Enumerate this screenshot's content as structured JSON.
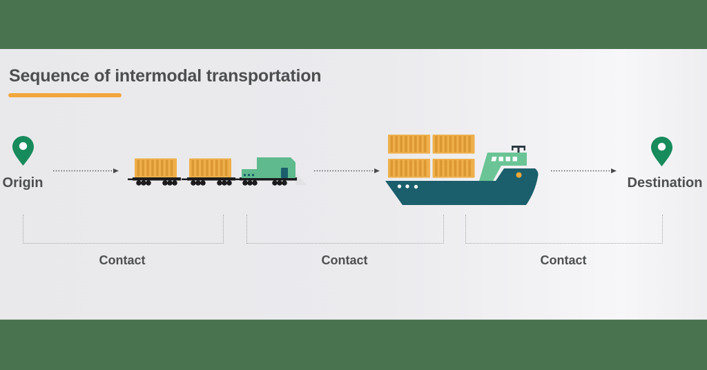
{
  "title": "Sequence of intermodal transportation",
  "flow": {
    "origin": {
      "label": "Origin",
      "icon": "origin-pin-icon"
    },
    "leg1": {
      "icon": "freight-train-icon"
    },
    "leg2": {
      "icon": "container-ship-icon"
    },
    "destination": {
      "label": "Destination",
      "icon": "destination-pin-icon"
    }
  },
  "contacts": [
    {
      "label": "Contact"
    },
    {
      "label": "Contact"
    },
    {
      "label": "Contact"
    }
  ],
  "colors": {
    "frame_bar": "#49734E",
    "accent_orange": "#F2A63B",
    "pin_green": "#178B5B",
    "container_orange": "#EFAF4A",
    "container_rib": "#DB9832",
    "locomotive_green": "#5FBA8E",
    "ship_hull_teal": "#1A5F6B",
    "ship_bridge_green": "#6BC495",
    "porthole_orange": "#EFA73B",
    "text_dark": "#4D4E50",
    "arrow_gray": "#4A4A4C",
    "bracket_gray": "#A5A5A5"
  }
}
